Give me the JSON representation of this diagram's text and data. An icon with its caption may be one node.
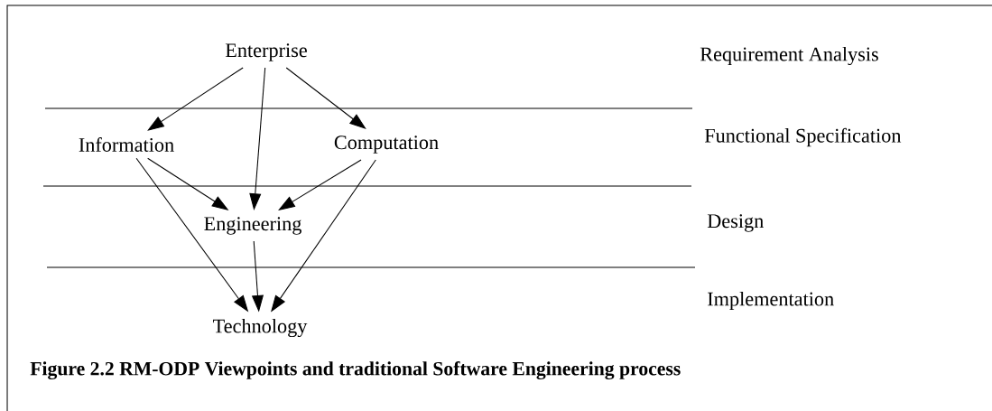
{
  "diagram": {
    "caption": "Figure 2.2 RM-ODP Viewpoints and traditional Software Engineering process",
    "nodes": [
      {
        "text": [
          "Enterprise"
        ]
      },
      {
        "text": [
          "Information"
        ]
      },
      {
        "text": [
          "Computation"
        ]
      },
      {
        "text": [
          "Engineering"
        ]
      },
      {
        "text": [
          "Technology"
        ]
      }
    ],
    "edges": [
      {
        "from": 0,
        "to": 1,
        "arrow": "to"
      },
      {
        "from": 0,
        "to": 3,
        "arrow": "to"
      },
      {
        "from": 0,
        "to": 2,
        "arrow": "to"
      },
      {
        "from": 1,
        "to": 3,
        "arrow": "to"
      },
      {
        "from": 2,
        "to": 3,
        "arrow": "to"
      },
      {
        "from": 1,
        "to": 4,
        "arrow": "to"
      },
      {
        "from": 3,
        "to": 4,
        "arrow": "to"
      },
      {
        "from": 2,
        "to": 4,
        "arrow": "to"
      }
    ],
    "labels": [
      "Requirement Analysis",
      "Functional Specification",
      "Design",
      "Implementation"
    ]
  }
}
